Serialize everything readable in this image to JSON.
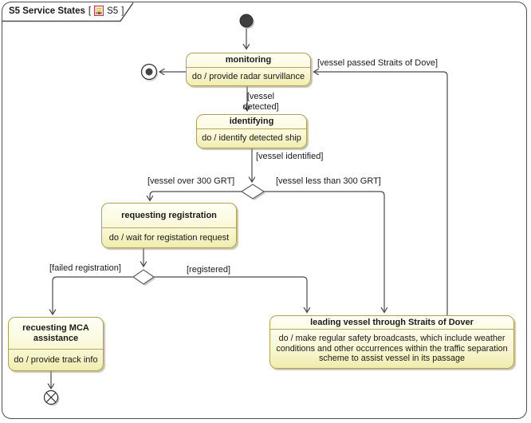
{
  "frame": {
    "title": "S5 Service States",
    "ref_open": "[",
    "ref": "S5",
    "ref_close": "]"
  },
  "states": {
    "monitoring": {
      "name": "monitoring",
      "activity": "do / provide radar survillance"
    },
    "identifying": {
      "name": "identifying",
      "activity": "do / identify detected ship"
    },
    "requesting_registration": {
      "name": "requesting registration",
      "activity": "do / wait for registation request"
    },
    "requesting_mca_assistance": {
      "name": "recuesting MCA assistance",
      "activity": "do / provide track info"
    },
    "leading_vessel": {
      "name": "leading vessel through Straits of Dover",
      "activity": "do / make regular safety broadcasts, which include weather conditions and other occurrences within the traffic separation scheme to assist vessel in its passage"
    }
  },
  "guards": {
    "vessel_detected": "[vessel detected]",
    "vessel_identified": "[vessel identified]",
    "vessel_over_300": "[vessel over 300 GRT]",
    "vessel_less_300": "[vessel less than 300 GRT]",
    "failed_registration": "[failed registration]",
    "registered": "[registered]",
    "vessel_passed": "[vessel passed Straits of Dove]"
  },
  "nodes": {
    "initial": "initial-state",
    "final": "final-state",
    "terminate": "terminate-node",
    "choice_1": "choice-pseudostate",
    "choice_2": "choice-pseudostate"
  },
  "colors": {
    "state_fill_top": "#fffff4",
    "state_fill_bottom": "#f0edb0",
    "state_border": "#b2a24f",
    "edge": "#4a4a4a",
    "frame_border": "#4f4f4f"
  }
}
